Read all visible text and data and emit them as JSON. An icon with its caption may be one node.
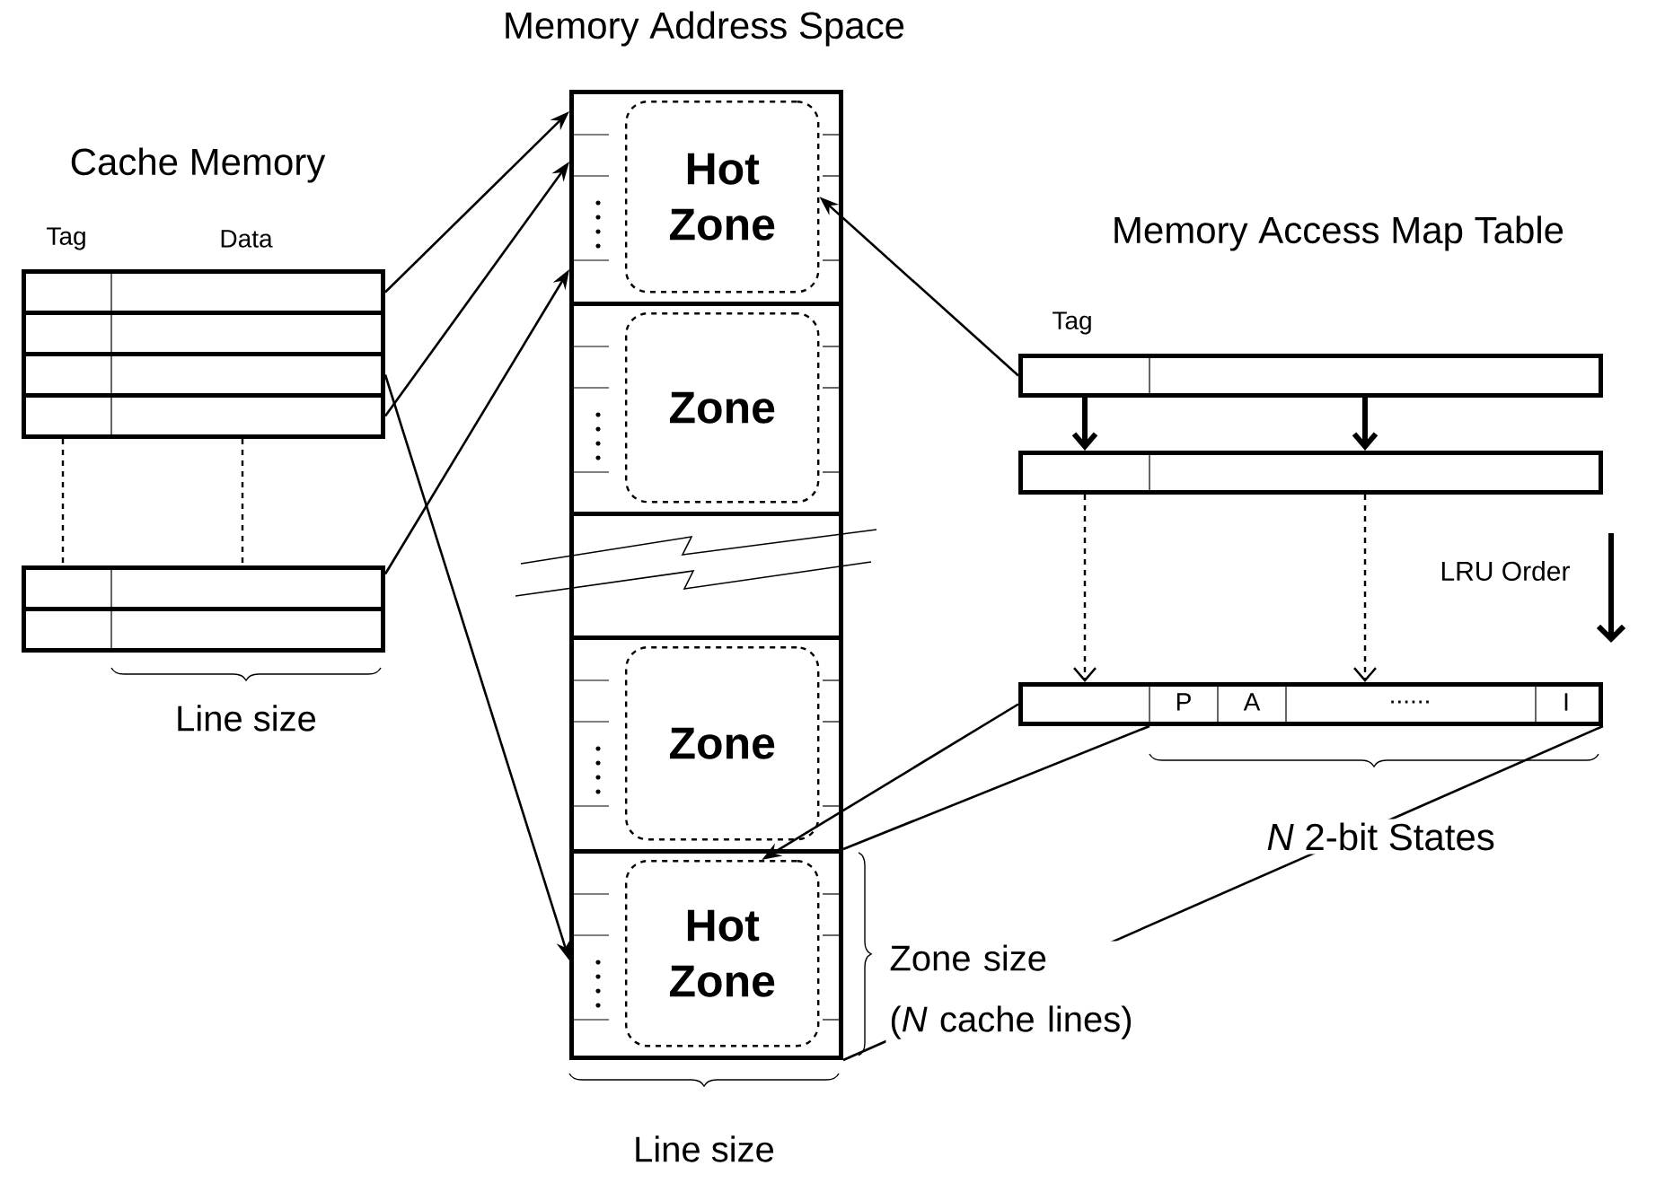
{
  "diagram": {
    "nodes": [
      {
        "text": [
          "Memory Address Space"
        ]
      },
      {
        "text": [],
        "shape": "box",
        "in": 0
      },
      {
        "text": [
          "Hot Zone"
        ],
        "in": 1
      },
      {
        "text": [],
        "shape": "box",
        "in": 0
      },
      {
        "text": [
          "Zone"
        ],
        "in": 3
      },
      {
        "text": [],
        "shape": "box",
        "in": 0
      },
      {
        "text": [],
        "shape": "box",
        "in": 0
      },
      {
        "text": [
          "Zone"
        ],
        "in": 6
      },
      {
        "text": [],
        "shape": "box",
        "in": 0
      },
      {
        "text": [
          "Hot Zone"
        ],
        "in": 8
      },
      {
        "text": [],
        "shape": "box"
      },
      {
        "text": [],
        "shape": "box"
      },
      {
        "text": [],
        "shape": "box"
      },
      {
        "text": [],
        "shape": "box"
      },
      {
        "text": [],
        "shape": "box"
      },
      {
        "text": [],
        "shape": "box"
      },
      {
        "text": [],
        "shape": "box"
      },
      {
        "text": [],
        "shape": "box"
      },
      {
        "text": [
          "P",
          "A",
          "......",
          "I"
        ]
      }
    ],
    "edges": [
      {
        "from": 10,
        "to": 1,
        "arrow": "to"
      },
      {
        "from": 13,
        "to": 1,
        "arrow": "to"
      },
      {
        "from": 14,
        "to": 1,
        "arrow": "to"
      },
      {
        "from": 12,
        "to": 8,
        "arrow": "to"
      },
      {
        "from": 16,
        "to": 2,
        "arrow": "to"
      },
      {
        "from": 18,
        "to": 9,
        "arrow": "to"
      },
      {
        "from": 16,
        "to": 17,
        "arrow": "to",
        "style": "thick"
      },
      {
        "from": 16,
        "to": 17,
        "arrow": "to",
        "style": "thick"
      },
      {
        "from": 17,
        "to": 18,
        "arrow": "to",
        "style": "dashed"
      },
      {
        "from": 17,
        "to": 18,
        "arrow": "to",
        "style": "dashed"
      },
      {
        "from": 13,
        "to": 14,
        "arrow": "none",
        "style": "dashed"
      },
      {
        "from": 13,
        "to": 14,
        "arrow": "none",
        "style": "dashed"
      },
      {
        "from": 18,
        "to": 8,
        "arrow": "none"
      },
      {
        "from": 18,
        "to": 8,
        "arrow": "none"
      }
    ],
    "labels": [
      "Cache Memory",
      "Tag",
      "Data",
      "Memory Access Map Table",
      "Tag",
      "LRU Order",
      "Line size",
      "*N* 2-bit States",
      "Zone size (*N* cache lines)",
      "Line size"
    ]
  }
}
